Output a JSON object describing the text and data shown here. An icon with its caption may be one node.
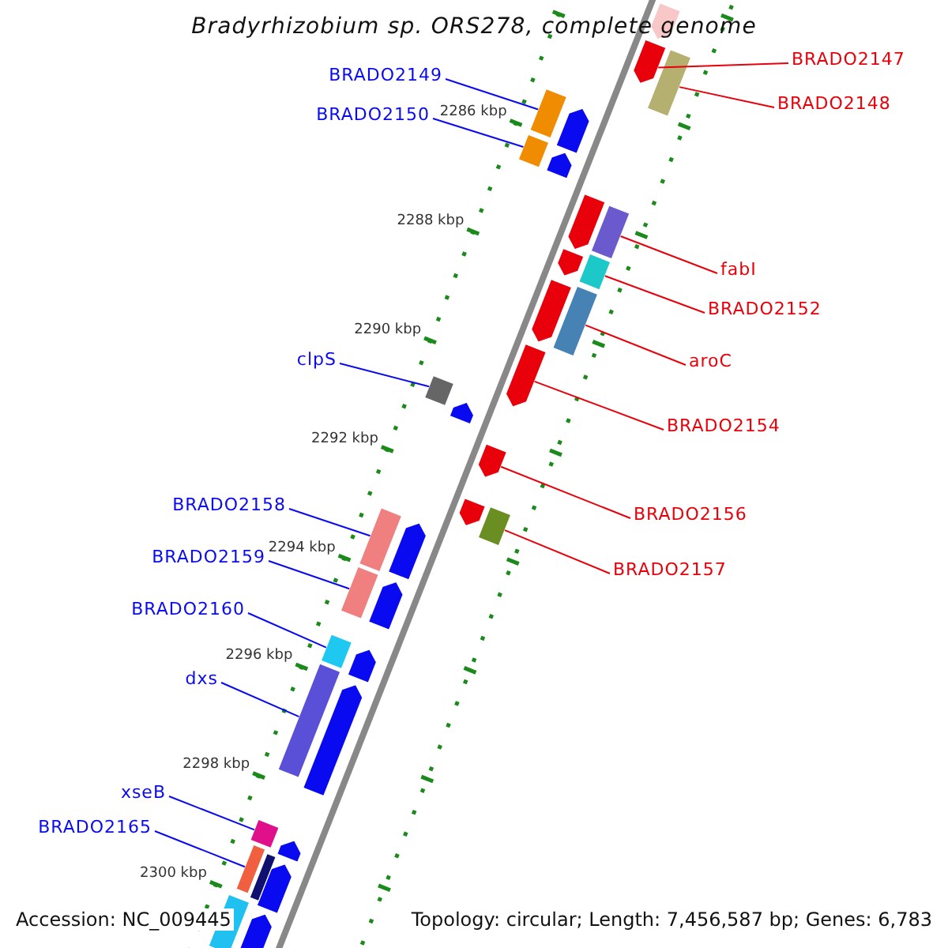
{
  "diagram": {
    "title": "Bradyrhizobium sp. ORS278, complete genome",
    "nodes": [
      {
        "text": [
          "BRADO2147"
        ]
      },
      {
        "text": [],
        "shape": "arrow"
      },
      {
        "text": [
          "BRADO2149"
        ]
      },
      {
        "text": [],
        "shape": "box"
      },
      {
        "text": [
          "BRADO2148"
        ]
      },
      {
        "text": [],
        "shape": "box"
      },
      {
        "text": [
          "BRADO2150"
        ]
      },
      {
        "text": [],
        "shape": "box"
      },
      {
        "text": [
          "fabI"
        ]
      },
      {
        "text": [],
        "shape": "box"
      },
      {
        "text": [
          "BRADO2152"
        ]
      },
      {
        "text": [],
        "shape": "box"
      },
      {
        "text": [
          "aroC"
        ]
      },
      {
        "text": [],
        "shape": "box"
      },
      {
        "text": [
          "clpS"
        ]
      },
      {
        "text": [],
        "shape": "box"
      },
      {
        "text": [
          "BRADO2154"
        ]
      },
      {
        "text": [],
        "shape": "arrow"
      },
      {
        "text": [
          "BRADO2156"
        ]
      },
      {
        "text": [],
        "shape": "arrow"
      },
      {
        "text": [
          "BRADO2158"
        ]
      },
      {
        "text": [],
        "shape": "box"
      },
      {
        "text": [
          "BRADO2157"
        ]
      },
      {
        "text": [],
        "shape": "box"
      },
      {
        "text": [
          "BRADO2159"
        ]
      },
      {
        "text": [],
        "shape": "box"
      },
      {
        "text": [
          "BRADO2160"
        ]
      },
      {
        "text": [],
        "shape": "box"
      },
      {
        "text": [
          "dxs"
        ]
      },
      {
        "text": [],
        "shape": "box"
      },
      {
        "text": [
          "xseB"
        ]
      },
      {
        "text": [],
        "shape": "box"
      },
      {
        "text": [
          "BRADO2165"
        ]
      },
      {
        "text": [],
        "shape": "box"
      }
    ],
    "edges": [
      {
        "from": 0,
        "to": 1,
        "arrow": "none",
        "color": "#e8000a"
      },
      {
        "from": 2,
        "to": 3,
        "arrow": "none"
      },
      {
        "from": 4,
        "to": 5,
        "arrow": "none",
        "color": "#e8000a"
      },
      {
        "from": 6,
        "to": 7,
        "arrow": "none"
      },
      {
        "from": 8,
        "to": 9,
        "arrow": "none",
        "color": "#e8000a"
      },
      {
        "from": 10,
        "to": 11,
        "arrow": "none",
        "color": "#e8000a"
      },
      {
        "from": 12,
        "to": 13,
        "arrow": "none",
        "color": "#e8000a"
      },
      {
        "from": 14,
        "to": 15,
        "arrow": "none"
      },
      {
        "from": 16,
        "to": 17,
        "arrow": "none",
        "color": "#e8000a"
      },
      {
        "from": 18,
        "to": 19,
        "arrow": "none",
        "color": "#e8000a"
      },
      {
        "from": 20,
        "to": 21,
        "arrow": "none"
      },
      {
        "from": 22,
        "to": 23,
        "arrow": "none",
        "color": "#e8000a"
      },
      {
        "from": 24,
        "to": 25,
        "arrow": "none"
      },
      {
        "from": 26,
        "to": 27,
        "arrow": "none"
      },
      {
        "from": 28,
        "to": 29,
        "arrow": "none"
      },
      {
        "from": 30,
        "to": 31,
        "arrow": "none"
      },
      {
        "from": 32,
        "to": 33,
        "arrow": "none"
      }
    ],
    "labels": [
      "2286 kbp",
      "2288 kbp",
      "2290 kbp",
      "2292 kbp",
      "2294 kbp",
      "2296 kbp",
      "2298 kbp",
      "2300 kbp",
      "Accession: NC_009445",
      "Topology: circular; Length: 7,456,587 bp; Genes: 6,783"
    ]
  }
}
